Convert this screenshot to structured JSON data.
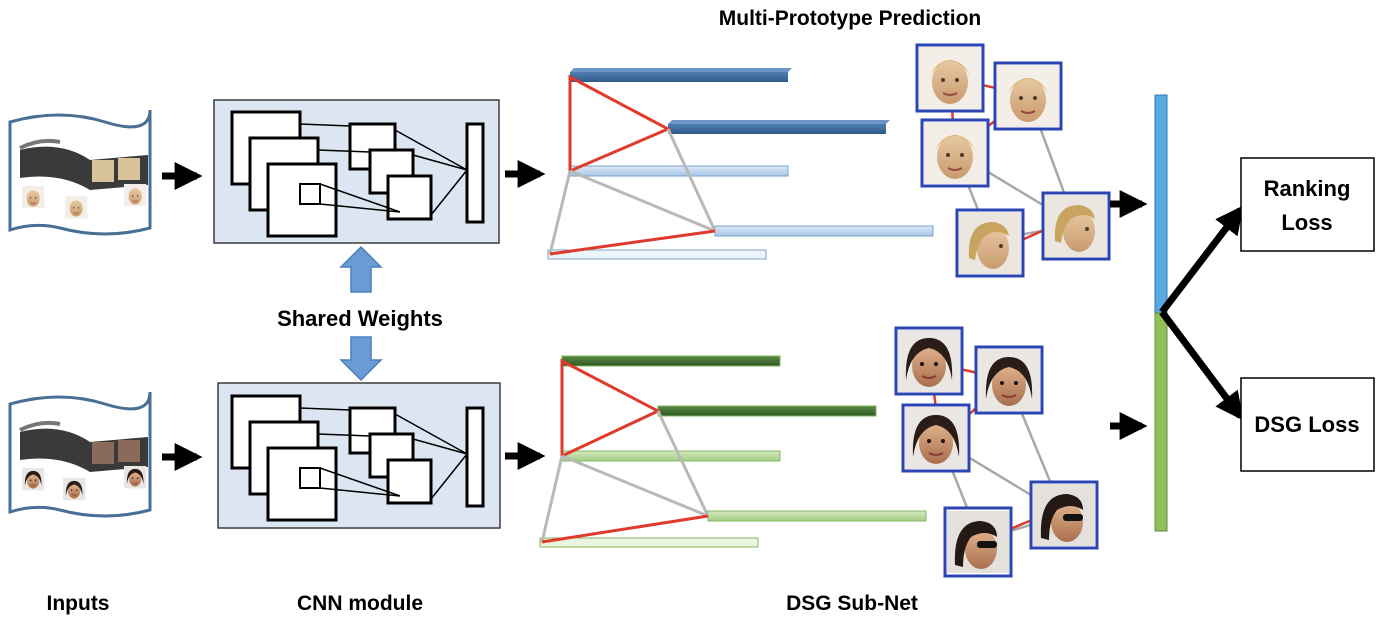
{
  "labels": {
    "title": "Multi-Prototype Prediction",
    "shared_weights": "Shared Weights",
    "inputs": "Inputs",
    "cnn_module": "CNN module",
    "dsg_subnet": "DSG Sub-Net",
    "ranking_loss_line1": "Ranking",
    "ranking_loss_line2": "Loss",
    "dsg_loss": "DSG Loss"
  },
  "colors": {
    "cnn_box_fill": "#dce6f2",
    "cnn_box_stroke": "#3c3c3c",
    "arrow_blue": "#6a9bd5",
    "bar_dark_blue": "#3a6695",
    "bar_light_blue": "#bcd3ec",
    "bar_dark_green": "#3f6b2f",
    "bar_light_green": "#b7d79c",
    "edge_red": "#e03a2c",
    "edge_gray": "#b9b9b9",
    "face_border": "#2b45b5",
    "feature_blue": "#5aa8e0",
    "feature_green": "#8fc05c",
    "film_stroke": "#4a6f94"
  },
  "icons": [
    "film-strip-icon",
    "face-thumbnail-icon",
    "arrow-right-icon",
    "arrow-up-down-icon"
  ]
}
